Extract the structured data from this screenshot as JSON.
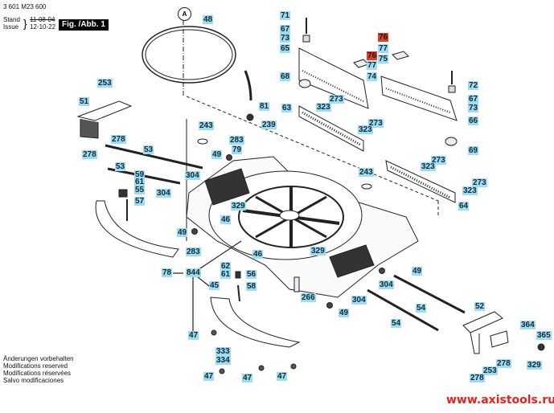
{
  "header": {
    "part_number": "3 601 M23 600",
    "stand_label": "Stand",
    "issue_label": "Issue",
    "stand_date": "11-08-04",
    "issue_date": "12-10-22",
    "figure": "Fig. /Abb. 1"
  },
  "reference_marker": "A",
  "footer_notes": [
    "Änderungen vorbehalten",
    "Modifications reserved",
    "Modifications réservées",
    "Salvo modificaciones"
  ],
  "website": "www.axistools.ru",
  "colors": {
    "label_bg": "#9fdcf2",
    "highlight_bg": "#d9412b",
    "website": "#e8231d"
  },
  "callouts": [
    {
      "id": "c48",
      "text": "48",
      "highlight": false
    },
    {
      "id": "c71",
      "text": "71",
      "highlight": false
    },
    {
      "id": "c67a",
      "text": "67",
      "highlight": false
    },
    {
      "id": "c73a",
      "text": "73",
      "highlight": false
    },
    {
      "id": "c65",
      "text": "65",
      "highlight": false
    },
    {
      "id": "c76a",
      "text": "76",
      "highlight": true
    },
    {
      "id": "c77a",
      "text": "77",
      "highlight": false
    },
    {
      "id": "c76b",
      "text": "76",
      "highlight": true
    },
    {
      "id": "c77b",
      "text": "77",
      "highlight": false
    },
    {
      "id": "c75",
      "text": "75",
      "highlight": false
    },
    {
      "id": "c74",
      "text": "74",
      "highlight": false
    },
    {
      "id": "c68",
      "text": "68",
      "highlight": false
    },
    {
      "id": "c72",
      "text": "72",
      "highlight": false
    },
    {
      "id": "c67b",
      "text": "67",
      "highlight": false
    },
    {
      "id": "c73b",
      "text": "73",
      "highlight": false
    },
    {
      "id": "c66",
      "text": "66",
      "highlight": false
    },
    {
      "id": "c69",
      "text": "69",
      "highlight": false
    },
    {
      "id": "c63",
      "text": "63",
      "highlight": false
    },
    {
      "id": "c323a",
      "text": "323",
      "highlight": false
    },
    {
      "id": "c273a",
      "text": "273",
      "highlight": false
    },
    {
      "id": "c273b",
      "text": "273",
      "highlight": false
    },
    {
      "id": "c323b",
      "text": "323",
      "highlight": false
    },
    {
      "id": "c273c",
      "text": "273",
      "highlight": false
    },
    {
      "id": "c323c",
      "text": "323",
      "highlight": false
    },
    {
      "id": "c273d",
      "text": "273",
      "highlight": false
    },
    {
      "id": "c323d",
      "text": "323",
      "highlight": false
    },
    {
      "id": "c64",
      "text": "64",
      "highlight": false
    },
    {
      "id": "c81",
      "text": "81",
      "highlight": false
    },
    {
      "id": "c239",
      "text": "239",
      "highlight": false
    },
    {
      "id": "c253a",
      "text": "253",
      "highlight": false
    },
    {
      "id": "c51",
      "text": "51",
      "highlight": false
    },
    {
      "id": "c278a",
      "text": "278",
      "highlight": false
    },
    {
      "id": "c278b",
      "text": "278",
      "highlight": false
    },
    {
      "id": "c53a",
      "text": "53",
      "highlight": false
    },
    {
      "id": "c53b",
      "text": "53",
      "highlight": false
    },
    {
      "id": "c243a",
      "text": "243",
      "highlight": false
    },
    {
      "id": "c243b",
      "text": "243",
      "highlight": false
    },
    {
      "id": "c283a",
      "text": "283",
      "highlight": false
    },
    {
      "id": "c79",
      "text": "79",
      "highlight": false
    },
    {
      "id": "c49a",
      "text": "49",
      "highlight": false
    },
    {
      "id": "c304a",
      "text": "304",
      "highlight": false
    },
    {
      "id": "c304b",
      "text": "304",
      "highlight": false
    },
    {
      "id": "c59",
      "text": "59",
      "highlight": false
    },
    {
      "id": "c61a",
      "text": "61",
      "highlight": false
    },
    {
      "id": "c55",
      "text": "55",
      "highlight": false
    },
    {
      "id": "c57",
      "text": "57",
      "highlight": false
    },
    {
      "id": "c329a",
      "text": "329",
      "highlight": false
    },
    {
      "id": "c46a",
      "text": "46",
      "highlight": false
    },
    {
      "id": "c49b",
      "text": "49",
      "highlight": false
    },
    {
      "id": "c283b",
      "text": "283",
      "highlight": false
    },
    {
      "id": "c78",
      "text": "78",
      "highlight": false
    },
    {
      "id": "c844",
      "text": "844",
      "highlight": false
    },
    {
      "id": "c45",
      "text": "45",
      "highlight": false
    },
    {
      "id": "c62",
      "text": "62",
      "highlight": false
    },
    {
      "id": "c61b",
      "text": "61",
      "highlight": false
    },
    {
      "id": "c56",
      "text": "56",
      "highlight": false
    },
    {
      "id": "c58",
      "text": "58",
      "highlight": false
    },
    {
      "id": "c46b",
      "text": "46",
      "highlight": false
    },
    {
      "id": "c329b",
      "text": "329",
      "highlight": false
    },
    {
      "id": "c49c",
      "text": "49",
      "highlight": false
    },
    {
      "id": "c304c",
      "text": "304",
      "highlight": false
    },
    {
      "id": "c304d",
      "text": "304",
      "highlight": false
    },
    {
      "id": "c266",
      "text": "266",
      "highlight": false
    },
    {
      "id": "c49d",
      "text": "49",
      "highlight": false
    },
    {
      "id": "c54a",
      "text": "54",
      "highlight": false
    },
    {
      "id": "c54b",
      "text": "54",
      "highlight": false
    },
    {
      "id": "c47a",
      "text": "47",
      "highlight": false
    },
    {
      "id": "c333",
      "text": "333",
      "highlight": false
    },
    {
      "id": "c334",
      "text": "334",
      "highlight": false
    },
    {
      "id": "c47b",
      "text": "47",
      "highlight": false
    },
    {
      "id": "c47c",
      "text": "47",
      "highlight": false
    },
    {
      "id": "c47d",
      "text": "47",
      "highlight": false
    },
    {
      "id": "c52",
      "text": "52",
      "highlight": false
    },
    {
      "id": "c364",
      "text": "364",
      "highlight": false
    },
    {
      "id": "c365",
      "text": "365",
      "highlight": false
    },
    {
      "id": "c278c",
      "text": "278",
      "highlight": false
    },
    {
      "id": "c253b",
      "text": "253",
      "highlight": false
    },
    {
      "id": "c329c",
      "text": "329",
      "highlight": false
    },
    {
      "id": "c278d",
      "text": "278",
      "highlight": false
    }
  ]
}
